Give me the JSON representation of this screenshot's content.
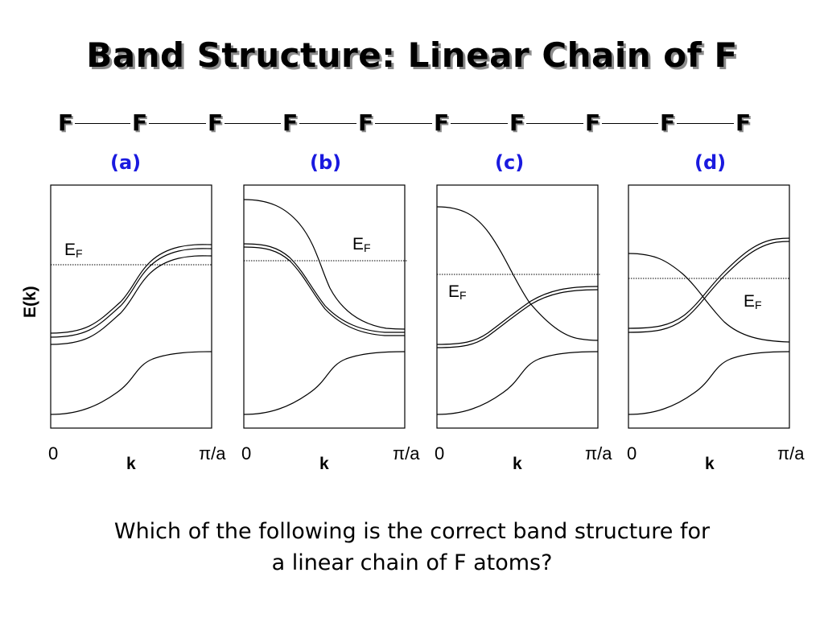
{
  "title": "Band Structure: Linear Chain of F",
  "chain": {
    "atoms": [
      "F",
      "F",
      "F",
      "F",
      "F",
      "F",
      "F",
      "F",
      "F",
      "F"
    ]
  },
  "panels": [
    {
      "label": "(a)",
      "ef_label": "E",
      "ef_sub": "F",
      "x_start": "0",
      "x_end": "π/a",
      "x_axis": "k"
    },
    {
      "label": "(b)",
      "ef_label": "E",
      "ef_sub": "F",
      "x_start": "0",
      "x_end": "π/a",
      "x_axis": "k"
    },
    {
      "label": "(c)",
      "ef_label": "E",
      "ef_sub": "F",
      "x_start": "0",
      "x_end": "π/a",
      "x_axis": "k"
    },
    {
      "label": "(d)",
      "ef_label": "E",
      "ef_sub": "F",
      "x_start": "0",
      "x_end": "π/a",
      "x_axis": "k"
    }
  ],
  "y_axis_label": "E(k)",
  "question": {
    "line1": "Which of the following is the correct band structure for",
    "line2": "a linear chain of F atoms?"
  },
  "colors": {
    "panel_label": "#1a1adf",
    "title_shadow": "#8c8c8c"
  }
}
